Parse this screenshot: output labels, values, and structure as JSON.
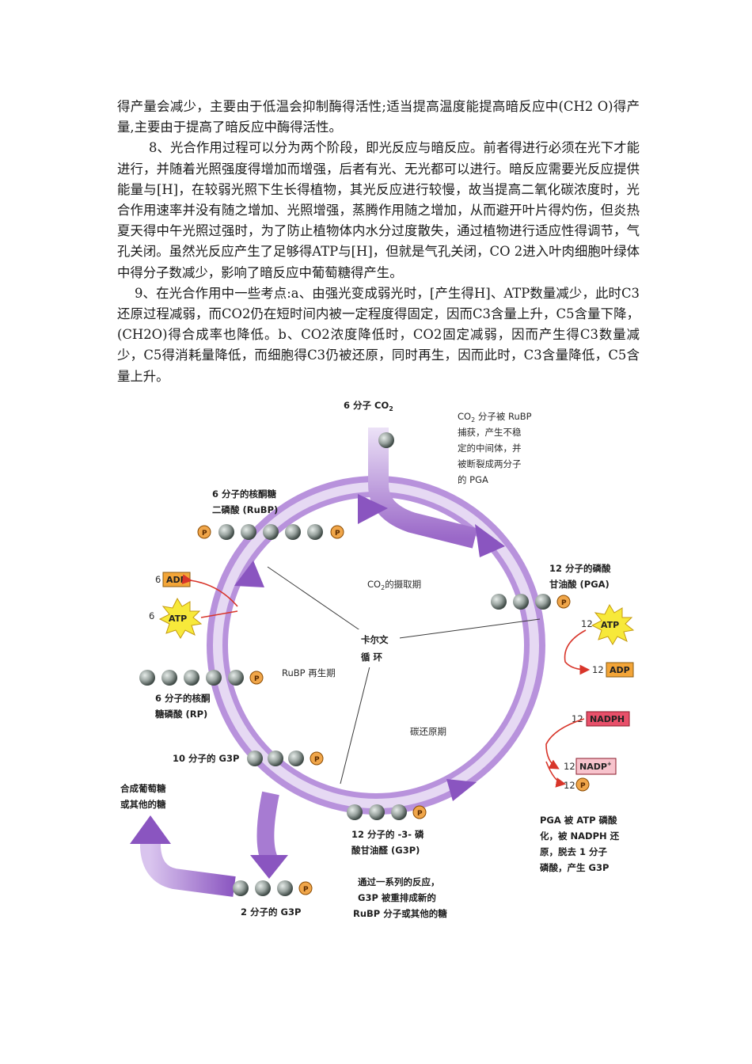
{
  "paragraphs": [
    "得产量会减少，主要由于低温会抑制酶得活性;适当提高温度能提高暗反应中(CH2 O)得产量,主要由于提高了暗反应中酶得活性。",
    "8、光合作用过程可以分为两个阶段，即光反应与暗反应。前者得进行必须在光下才能进行，并随着光照强度得增加而增强，后者有光、无光都可以进行。暗反应需要光反应提供能量与[H]，在较弱光照下生长得植物，其光反应进行较慢，故当提高二氧化碳浓度时，光合作用速率并没有随之增加、光照增强，蒸腾作用随之增加，从而避开叶片得灼伤，但炎热夏天得中午光照过强时，为了防止植物体内水分过度散失，通过植物进行适应性得调节，气孔关闭。虽然光反应产生了足够得ATP与[H]，但就是气孔关闭，CO 2进入叶肉细胞叶绿体中得分子数减少，影响了暗反应中葡萄糖得产生。",
    "9、在光合作用中一些考点:a、由强光变成弱光时，[产生得H]、ATP数量减少，此时C3还原过程减弱，而CO2仍在短时间内被一定程度得固定，因而C3含量上升，C5含量下降，(CH2O)得合成率也降低。b、CO2浓度降低时，CO2固定减弱，因而产生得C3数量减少，C5得消耗量降低，而细胞得C3仍被还原，同时再生，因而此时，C3含量降低，C5含量上升。"
  ],
  "diagram": {
    "co2_input": "6 分子 CO",
    "co2_sub": "2",
    "co2_note": [
      "CO",
      "2",
      "分子被 RuBP",
      "捕获，产生不稳",
      "定的中间体，并",
      "被断裂成两分子",
      "的 PGA"
    ],
    "rubp_label": [
      "6 分子的核酮糖",
      "二磷酸 (RuBP)"
    ],
    "pga_label": [
      "12 分子的磷酸",
      "甘油酸 (PGA)"
    ],
    "center_label": [
      "卡尔文",
      "循  环"
    ],
    "phase_uptake": [
      "CO",
      "2",
      "的摄取期"
    ],
    "phase_regen": "RuBP 再生期",
    "phase_reduction": "碳还原期",
    "adp_left_count": "6",
    "atp_left_count": "6",
    "atp_right_count": "12",
    "adp_right_count": "12",
    "nadph_count": "12",
    "nadp_count": "12",
    "p_count": "12",
    "adp_text": "ADP",
    "atp_text": "ATP",
    "nadph_text": "NADPH",
    "nadp_text": "NADP",
    "nadp_sup": "+",
    "p_text": "P",
    "rp_label": [
      "6 分子的核酮",
      "糖磷酸 (RP)"
    ],
    "g3p10_label": "10 分子的 G3P",
    "g3p12_label": [
      "12 分子的 -3- 磷",
      "酸甘油醛 (G3P)"
    ],
    "g3p2_label": "2 分子的 G3P",
    "sugar_label": [
      "合成葡萄糖",
      "或其他的糖"
    ],
    "rearrange_note": [
      "通过一系列的反应，",
      "G3P 被重排成新的",
      "RuBP 分子或其他的糖"
    ],
    "pga_note": [
      "PGA 被 ATP 磷酸",
      "化，被 NADPH 还",
      "原，脱去 1 分子",
      "磷酸，产生 G3P"
    ],
    "colors": {
      "ring": "#b48fd6",
      "arrow": "#8a55c0",
      "bead": "#9aa4a0",
      "phosphate": "#f0a64a",
      "adp": "#f3a538",
      "atp": "#f7e93a",
      "nadph": "#e8506a",
      "nadp": "#f7c3cc",
      "red": "#d8352a"
    }
  }
}
